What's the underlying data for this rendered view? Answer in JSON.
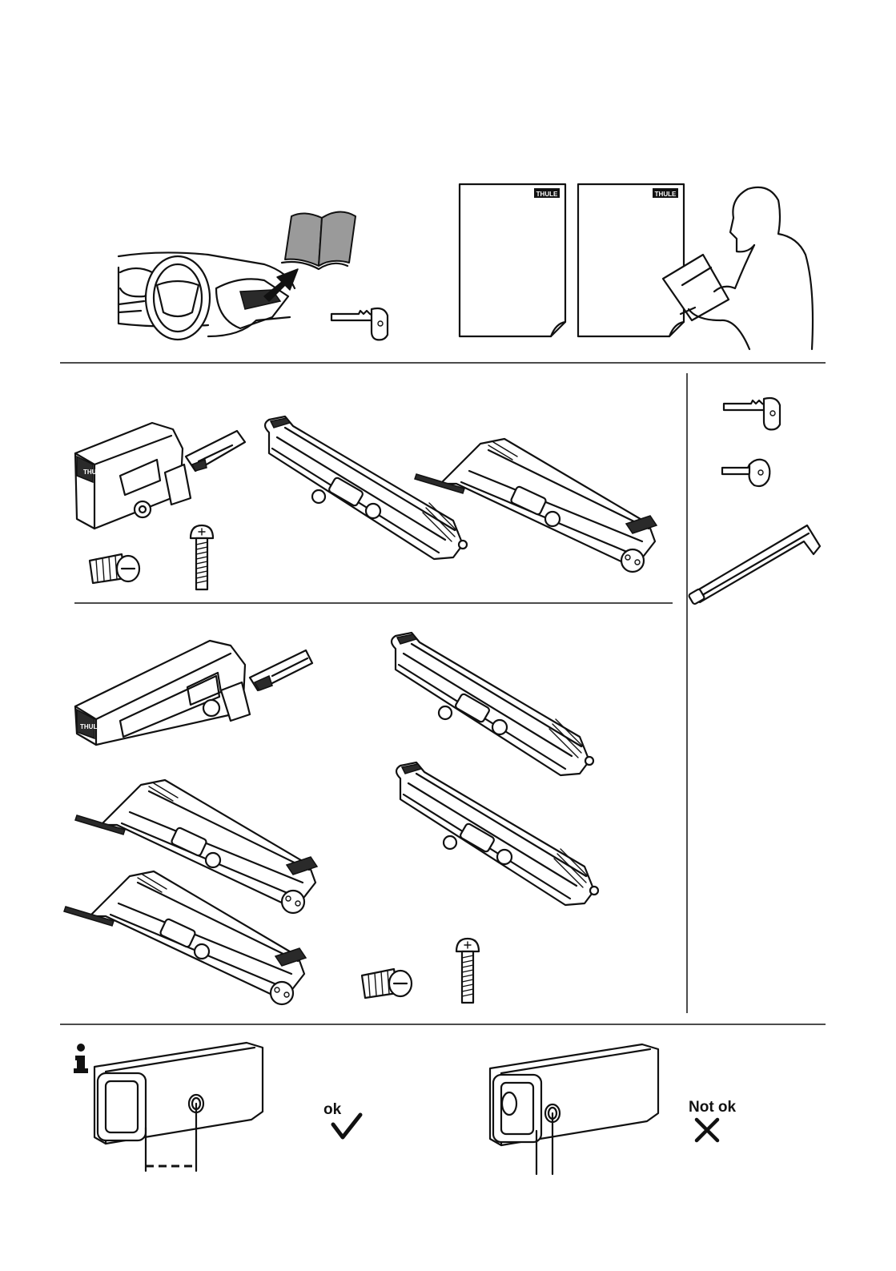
{
  "brand": {
    "logo": "THULE",
    "accent": "#111111",
    "book_gray": "#9a9a9a"
  },
  "labels": {
    "ok": "ok",
    "not_ok": "Not ok"
  },
  "icons": [
    "info-icon",
    "checkmark-icon",
    "cross-icon",
    "key-icon",
    "hex-key-icon",
    "bolt-icon",
    "lock-cylinder-icon"
  ]
}
